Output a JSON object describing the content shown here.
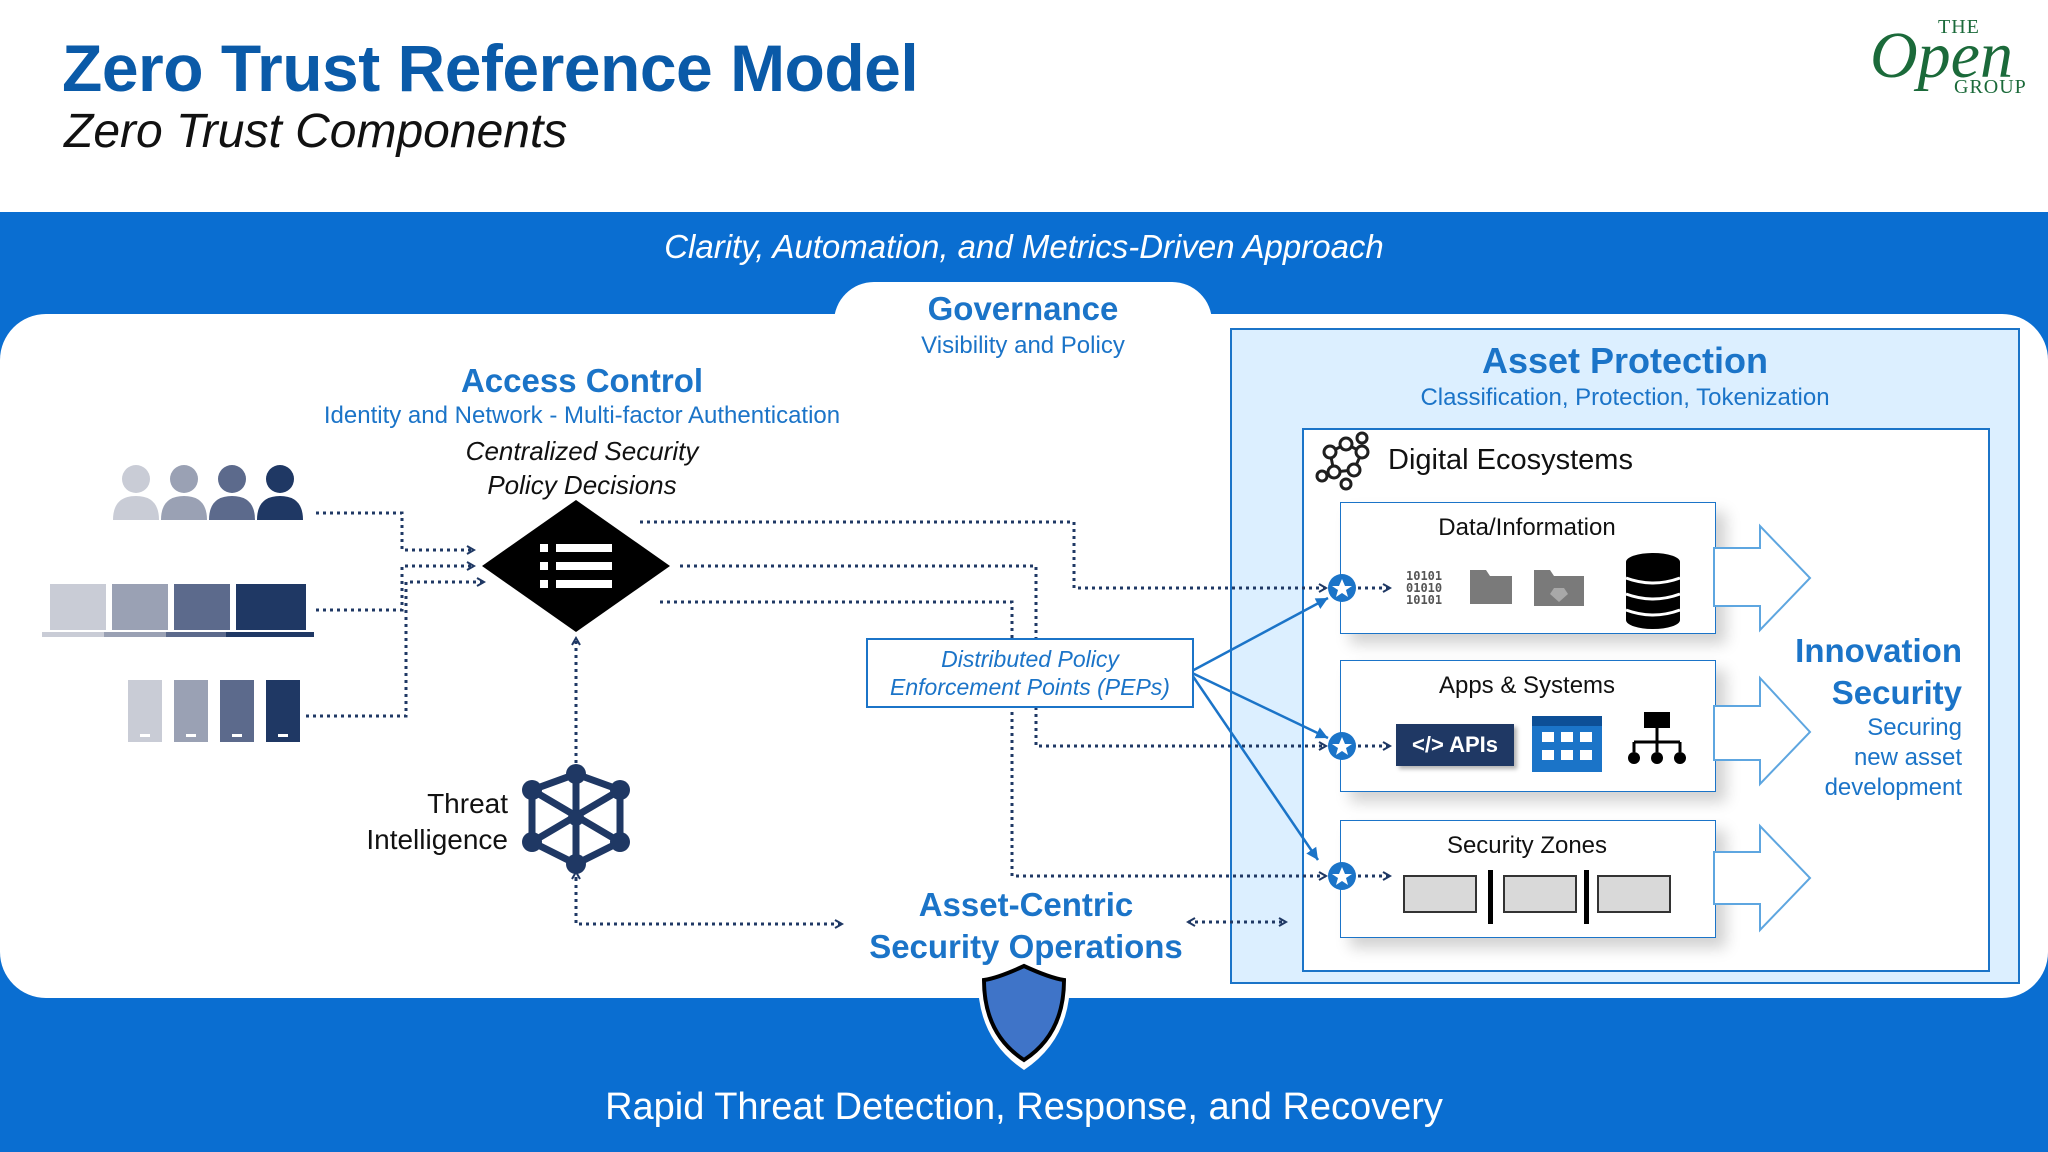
{
  "header": {
    "title": "Zero Trust Reference Model",
    "subtitle": "Zero Trust Components",
    "logo": {
      "the": "THE",
      "open": "Open",
      "group": "GROUP"
    }
  },
  "band": {
    "top_caption": "Clarity, Automation, and Metrics-Driven Approach",
    "bottom_caption": "Rapid Threat Detection, Response, and Recovery"
  },
  "governance": {
    "title": "Governance",
    "subtitle": "Visibility and Policy"
  },
  "access_control": {
    "title": "Access Control",
    "subtitle": "Identity and Network - Multi-factor Authentication",
    "decision_line1": "Centralized Security",
    "decision_line2": "Policy Decisions"
  },
  "threat_intelligence": {
    "line1": "Threat",
    "line2": "Intelligence"
  },
  "pep": {
    "line1": "Distributed Policy",
    "line2": "Enforcement Points (PEPs)"
  },
  "security_operations": {
    "line1": "Asset-Centric",
    "line2": "Security Operations"
  },
  "asset_protection": {
    "title": "Asset Protection",
    "subtitle": "Classification, Protection, Tokenization",
    "ecosystem_label": "Digital Ecosystems",
    "cards": [
      {
        "label": "Data/Information"
      },
      {
        "label": "Apps & Systems",
        "api_label": "</> APIs"
      },
      {
        "label": "Security Zones"
      }
    ]
  },
  "innovation": {
    "line1": "Innovation",
    "line2": "Security",
    "sub1": "Securing",
    "sub2": "new asset",
    "sub3": "development"
  },
  "colors": {
    "title_blue": "#0a5aa8",
    "band_blue": "#0a6ed1",
    "accent_blue": "#1b74c8",
    "navy": "#1f3864",
    "panel_light": "#dcefff"
  },
  "icons": [
    "users-icon",
    "laptops-icon",
    "mobile-devices-icon",
    "policy-decision-icon",
    "threat-network-icon",
    "shield-icon",
    "ecosystem-network-icon",
    "binary-data-icon",
    "folder-icon",
    "database-icon",
    "app-grid-icon",
    "hierarchy-icon",
    "zone-barrier-icon",
    "enforcement-star-icon",
    "flow-arrow-icon"
  ]
}
